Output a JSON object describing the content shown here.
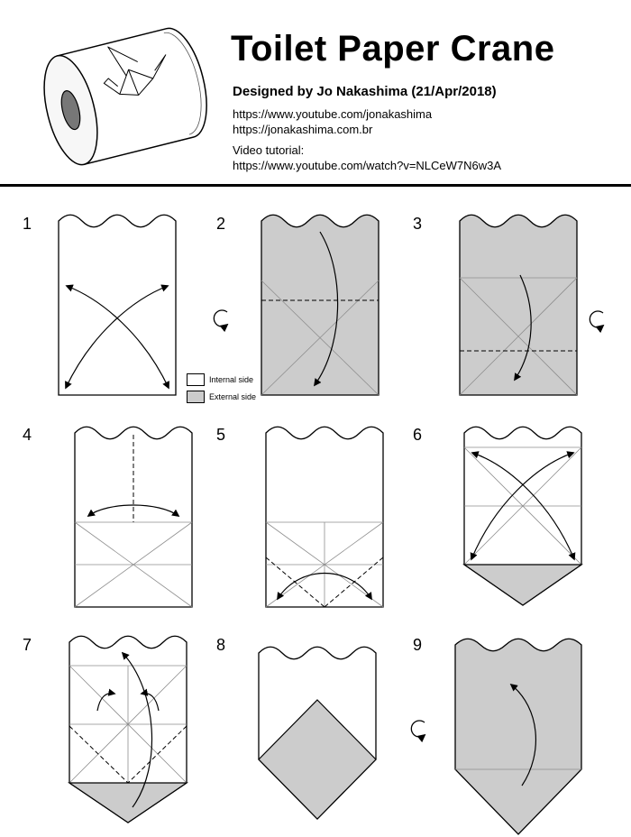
{
  "header": {
    "title": "Toilet Paper Crane",
    "designed_by": "Designed by Jo Nakashima (21/Apr/2018)",
    "links": [
      "https://www.youtube.com/jonakashima",
      "https://jonakashima.com.br"
    ],
    "video_tutorial_label": "Video tutorial:",
    "video_link": "https://www.youtube.com/watch?v=NLCeW7N6w3A"
  },
  "legend": {
    "internal_label": "Internal side",
    "external_label": "External side"
  },
  "steps": [
    {
      "number": "1"
    },
    {
      "number": "2"
    },
    {
      "number": "3"
    },
    {
      "number": "4"
    },
    {
      "number": "5"
    },
    {
      "number": "6"
    },
    {
      "number": "7"
    },
    {
      "number": "8"
    },
    {
      "number": "9"
    }
  ],
  "colors": {
    "internal_side": "#ffffff",
    "external_side": "#cccccc",
    "outline": "#000000"
  }
}
